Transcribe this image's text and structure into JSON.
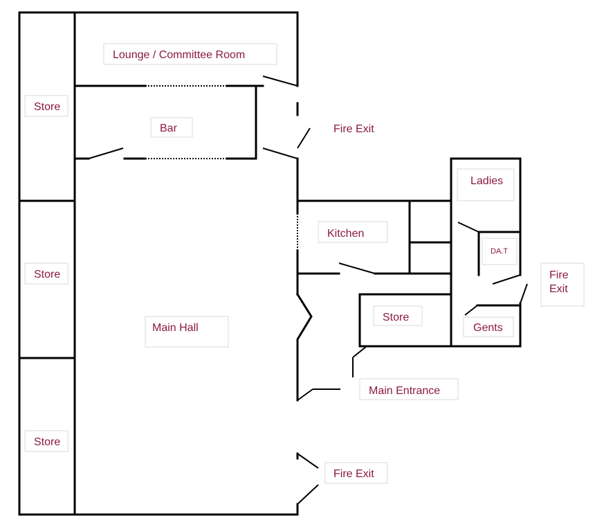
{
  "colors": {
    "label_text": "#8b1a3c",
    "walls": "#000000",
    "label_border": "#d9d9d9"
  },
  "rooms": {
    "lounge": "Lounge / Committee Room",
    "bar": "Bar",
    "main_hall": "Main Hall",
    "kitchen": "Kitchen",
    "ladies": "Ladies",
    "gents": "Gents",
    "dat": "DA.T",
    "store_inner": "Store",
    "store_left_top": "Store",
    "store_left_mid": "Store",
    "store_left_bottom": "Store"
  },
  "exits": {
    "fire_exit_top": "Fire Exit",
    "fire_exit_right_line1": "Fire",
    "fire_exit_right_line2": "Exit",
    "fire_exit_bottom": "Fire Exit",
    "main_entrance": "Main Entrance"
  }
}
